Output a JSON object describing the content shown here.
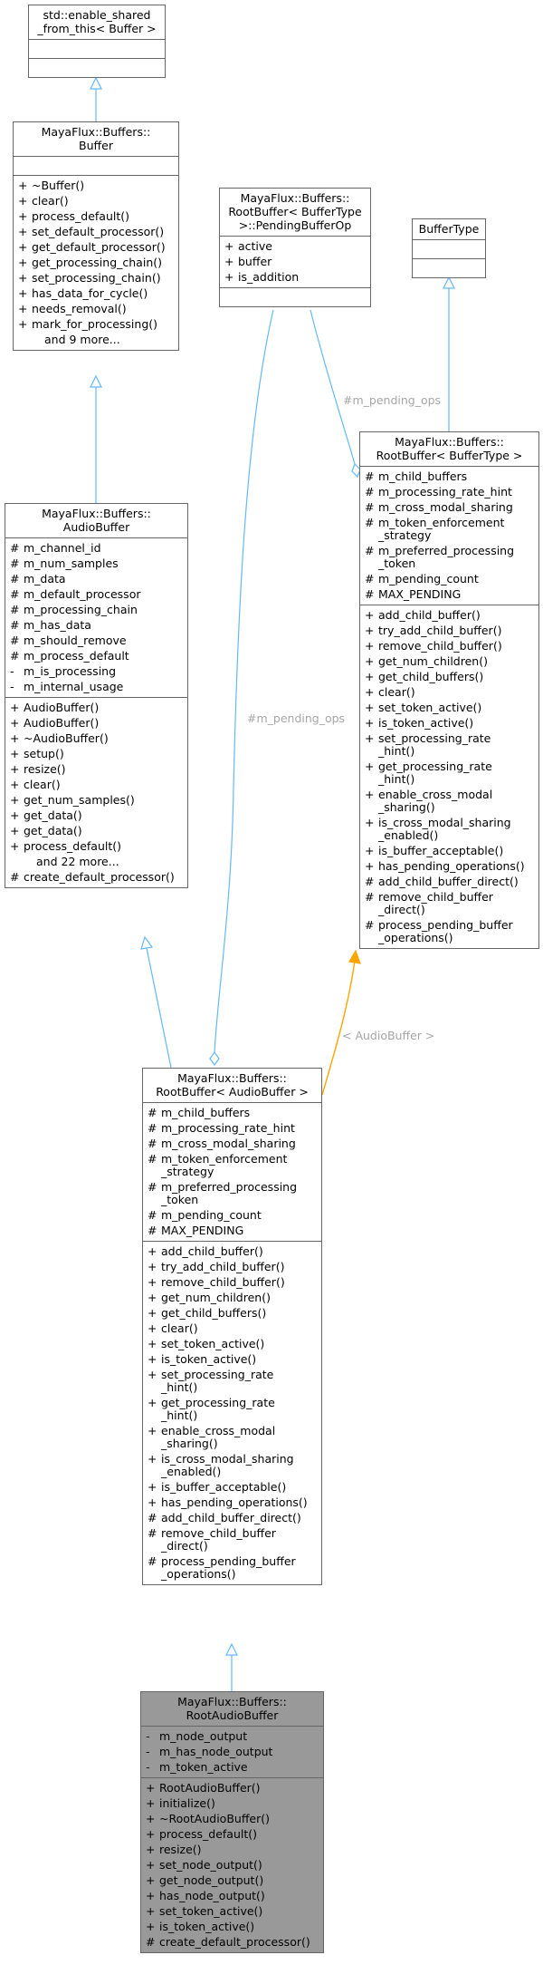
{
  "colors": {
    "inherit_edge": "#63b8ff",
    "template_edge": "#ffa500",
    "highlight_fill": "#999999",
    "edge_label": "#a6a6a6"
  },
  "nodes": {
    "enable_shared": {
      "title": [
        "std::enable_shared",
        "_from_this< Buffer >"
      ],
      "attributes": [],
      "methods": []
    },
    "buffer": {
      "title": [
        "MayaFlux::Buffers::",
        "Buffer"
      ],
      "attributes": [],
      "methods": [
        {
          "v": "+",
          "t": [
            "~Buffer()"
          ]
        },
        {
          "v": "+",
          "t": [
            "clear()"
          ]
        },
        {
          "v": "+",
          "t": [
            "process_default()"
          ]
        },
        {
          "v": "+",
          "t": [
            "set_default_processor()"
          ]
        },
        {
          "v": "+",
          "t": [
            "get_default_processor()"
          ]
        },
        {
          "v": "+",
          "t": [
            "get_processing_chain()"
          ]
        },
        {
          "v": "+",
          "t": [
            "set_processing_chain()"
          ]
        },
        {
          "v": "+",
          "t": [
            "has_data_for_cycle()"
          ]
        },
        {
          "v": "+",
          "t": [
            "needs_removal()"
          ]
        },
        {
          "v": "+",
          "t": [
            "mark_for_processing()"
          ]
        }
      ],
      "more": "and 9 more..."
    },
    "pending_op": {
      "title": [
        "MayaFlux::Buffers::",
        "RootBuffer< BufferType",
        ">::PendingBufferOp"
      ],
      "attributes": [
        {
          "v": "+",
          "t": [
            "active"
          ]
        },
        {
          "v": "+",
          "t": [
            "buffer"
          ]
        },
        {
          "v": "+",
          "t": [
            "is_addition"
          ]
        }
      ],
      "methods": []
    },
    "buffertype": {
      "title": [
        "BufferType"
      ],
      "attributes": [],
      "methods": []
    },
    "audiobuffer": {
      "title": [
        "MayaFlux::Buffers::",
        "AudioBuffer"
      ],
      "attributes": [
        {
          "v": "#",
          "t": [
            "m_channel_id"
          ]
        },
        {
          "v": "#",
          "t": [
            "m_num_samples"
          ]
        },
        {
          "v": "#",
          "t": [
            "m_data"
          ]
        },
        {
          "v": "#",
          "t": [
            "m_default_processor"
          ]
        },
        {
          "v": "#",
          "t": [
            "m_processing_chain"
          ]
        },
        {
          "v": "#",
          "t": [
            "m_has_data"
          ]
        },
        {
          "v": "#",
          "t": [
            "m_should_remove"
          ]
        },
        {
          "v": "#",
          "t": [
            "m_process_default"
          ]
        },
        {
          "v": "-",
          "t": [
            "m_is_processing"
          ]
        },
        {
          "v": "-",
          "t": [
            "m_internal_usage"
          ]
        }
      ],
      "methods": [
        {
          "v": "+",
          "t": [
            "AudioBuffer()"
          ]
        },
        {
          "v": "+",
          "t": [
            "AudioBuffer()"
          ]
        },
        {
          "v": "+",
          "t": [
            "~AudioBuffer()"
          ]
        },
        {
          "v": "+",
          "t": [
            "setup()"
          ]
        },
        {
          "v": "+",
          "t": [
            "resize()"
          ]
        },
        {
          "v": "+",
          "t": [
            "clear()"
          ]
        },
        {
          "v": "+",
          "t": [
            "get_num_samples()"
          ]
        },
        {
          "v": "+",
          "t": [
            "get_data()"
          ]
        },
        {
          "v": "+",
          "t": [
            "get_data()"
          ]
        },
        {
          "v": "+",
          "t": [
            "process_default()"
          ]
        }
      ],
      "more": "and 22 more...",
      "methods_after": [
        {
          "v": "#",
          "t": [
            "create_default_processor()"
          ]
        }
      ]
    },
    "rootbuffer_t": {
      "title": [
        "MayaFlux::Buffers::",
        "RootBuffer< BufferType >"
      ],
      "attributes": [
        {
          "v": "#",
          "t": [
            "m_child_buffers"
          ]
        },
        {
          "v": "#",
          "t": [
            "m_processing_rate_hint"
          ]
        },
        {
          "v": "#",
          "t": [
            "m_cross_modal_sharing"
          ]
        },
        {
          "v": "#",
          "t": [
            "m_token_enforcement",
            "_strategy"
          ]
        },
        {
          "v": "#",
          "t": [
            "m_preferred_processing",
            "_token"
          ]
        },
        {
          "v": "#",
          "t": [
            "m_pending_count"
          ]
        },
        {
          "v": "#",
          "t": [
            "MAX_PENDING"
          ]
        }
      ],
      "methods": [
        {
          "v": "+",
          "t": [
            "add_child_buffer()"
          ]
        },
        {
          "v": "+",
          "t": [
            "try_add_child_buffer()"
          ]
        },
        {
          "v": "+",
          "t": [
            "remove_child_buffer()"
          ]
        },
        {
          "v": "+",
          "t": [
            "get_num_children()"
          ]
        },
        {
          "v": "+",
          "t": [
            "get_child_buffers()"
          ]
        },
        {
          "v": "+",
          "t": [
            "clear()"
          ]
        },
        {
          "v": "+",
          "t": [
            "set_token_active()"
          ]
        },
        {
          "v": "+",
          "t": [
            "is_token_active()"
          ]
        },
        {
          "v": "+",
          "t": [
            "set_processing_rate",
            "_hint()"
          ]
        },
        {
          "v": "+",
          "t": [
            "get_processing_rate",
            "_hint()"
          ]
        },
        {
          "v": "+",
          "t": [
            "enable_cross_modal",
            "_sharing()"
          ]
        },
        {
          "v": "+",
          "t": [
            "is_cross_modal_sharing",
            "_enabled()"
          ]
        },
        {
          "v": "+",
          "t": [
            "is_buffer_acceptable()"
          ]
        },
        {
          "v": "+",
          "t": [
            "has_pending_operations()"
          ]
        },
        {
          "v": "#",
          "t": [
            "add_child_buffer_direct()"
          ]
        },
        {
          "v": "#",
          "t": [
            "remove_child_buffer",
            "_direct()"
          ]
        },
        {
          "v": "#",
          "t": [
            "process_pending_buffer",
            "_operations()"
          ]
        }
      ]
    },
    "rootbuffer_audio": {
      "title": [
        "MayaFlux::Buffers::",
        "RootBuffer< AudioBuffer >"
      ],
      "attributes": [
        {
          "v": "#",
          "t": [
            "m_child_buffers"
          ]
        },
        {
          "v": "#",
          "t": [
            "m_processing_rate_hint"
          ]
        },
        {
          "v": "#",
          "t": [
            "m_cross_modal_sharing"
          ]
        },
        {
          "v": "#",
          "t": [
            "m_token_enforcement",
            "_strategy"
          ]
        },
        {
          "v": "#",
          "t": [
            "m_preferred_processing",
            "_token"
          ]
        },
        {
          "v": "#",
          "t": [
            "m_pending_count"
          ]
        },
        {
          "v": "#",
          "t": [
            "MAX_PENDING"
          ]
        }
      ],
      "methods": [
        {
          "v": "+",
          "t": [
            "add_child_buffer()"
          ]
        },
        {
          "v": "+",
          "t": [
            "try_add_child_buffer()"
          ]
        },
        {
          "v": "+",
          "t": [
            "remove_child_buffer()"
          ]
        },
        {
          "v": "+",
          "t": [
            "get_num_children()"
          ]
        },
        {
          "v": "+",
          "t": [
            "get_child_buffers()"
          ]
        },
        {
          "v": "+",
          "t": [
            "clear()"
          ]
        },
        {
          "v": "+",
          "t": [
            "set_token_active()"
          ]
        },
        {
          "v": "+",
          "t": [
            "is_token_active()"
          ]
        },
        {
          "v": "+",
          "t": [
            "set_processing_rate",
            "_hint()"
          ]
        },
        {
          "v": "+",
          "t": [
            "get_processing_rate",
            "_hint()"
          ]
        },
        {
          "v": "+",
          "t": [
            "enable_cross_modal",
            "_sharing()"
          ]
        },
        {
          "v": "+",
          "t": [
            "is_cross_modal_sharing",
            "_enabled()"
          ]
        },
        {
          "v": "+",
          "t": [
            "is_buffer_acceptable()"
          ]
        },
        {
          "v": "+",
          "t": [
            "has_pending_operations()"
          ]
        },
        {
          "v": "#",
          "t": [
            "add_child_buffer_direct()"
          ]
        },
        {
          "v": "#",
          "t": [
            "remove_child_buffer",
            "_direct()"
          ]
        },
        {
          "v": "#",
          "t": [
            "process_pending_buffer",
            "_operations()"
          ]
        }
      ]
    },
    "rootaudiobuffer": {
      "title": [
        "MayaFlux::Buffers::",
        "RootAudioBuffer"
      ],
      "attributes": [
        {
          "v": "-",
          "t": [
            "m_node_output"
          ]
        },
        {
          "v": "-",
          "t": [
            "m_has_node_output"
          ]
        },
        {
          "v": "-",
          "t": [
            "m_token_active"
          ]
        }
      ],
      "methods": [
        {
          "v": "+",
          "t": [
            "RootAudioBuffer()"
          ]
        },
        {
          "v": "+",
          "t": [
            "initialize()"
          ]
        },
        {
          "v": "+",
          "t": [
            "~RootAudioBuffer()"
          ]
        },
        {
          "v": "+",
          "t": [
            "process_default()"
          ]
        },
        {
          "v": "+",
          "t": [
            "resize()"
          ]
        },
        {
          "v": "+",
          "t": [
            "set_node_output()"
          ]
        },
        {
          "v": "+",
          "t": [
            "get_node_output()"
          ]
        },
        {
          "v": "+",
          "t": [
            "has_node_output()"
          ]
        },
        {
          "v": "+",
          "t": [
            "set_token_active()"
          ]
        },
        {
          "v": "+",
          "t": [
            "is_token_active()"
          ]
        },
        {
          "v": "#",
          "t": [
            "create_default_processor()"
          ]
        }
      ]
    }
  },
  "edge_labels": {
    "pending_ops_top": "#m_pending_ops",
    "pending_ops_mid": "#m_pending_ops",
    "template_binding": "< AudioBuffer >"
  }
}
